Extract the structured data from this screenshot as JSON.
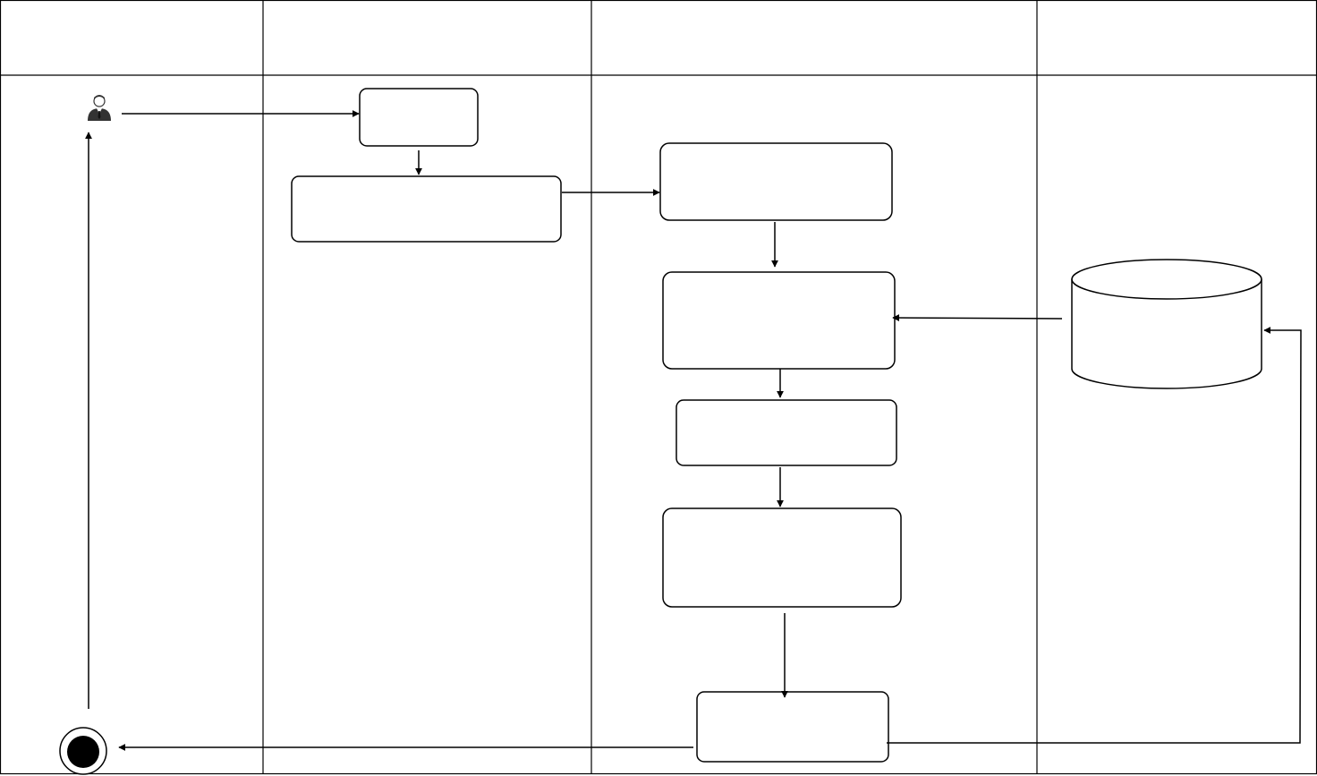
{
  "lanes": [
    {
      "title": ""
    },
    {
      "title": ""
    },
    {
      "title": ""
    },
    {
      "title": ""
    }
  ],
  "nodes": [
    {
      "id": "start-box",
      "label": ""
    },
    {
      "id": "input-box",
      "label": ""
    },
    {
      "id": "process-box-1",
      "label": ""
    },
    {
      "id": "process-box-2",
      "label": ""
    },
    {
      "id": "process-box-3",
      "label": ""
    },
    {
      "id": "process-box-4",
      "label": ""
    },
    {
      "id": "output-box",
      "label": ""
    },
    {
      "id": "database",
      "label": ""
    }
  ],
  "icons": {
    "actor": "user-icon",
    "end": "final-state-icon"
  },
  "colors": {
    "stroke": "#000000",
    "background": "#ffffff"
  }
}
